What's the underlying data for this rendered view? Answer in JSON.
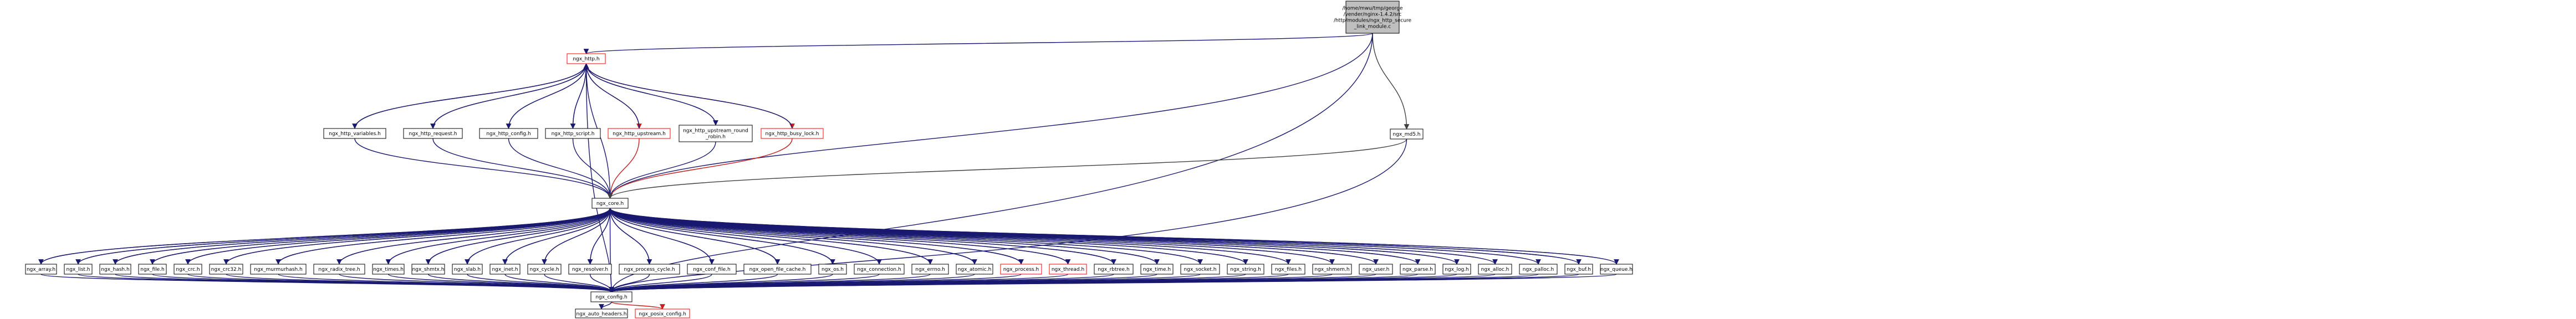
{
  "graph": {
    "root": {
      "lines": [
        "/home/mwu/tmp/george",
        "/vender/nginx-1.4.2/src",
        "/http/modules/ngx_http_secure",
        "_link_module.c"
      ]
    },
    "http_layer": {
      "ngx_http_h": "ngx_http.h",
      "ngx_md5_h": "ngx_md5.h"
    },
    "http_children": {
      "ngx_http_variables_h": "ngx_http_variables.h",
      "ngx_http_request_h": "ngx_http_request.h",
      "ngx_http_config_h": "ngx_http_config.h",
      "ngx_http_script_h": "ngx_http_script.h",
      "ngx_http_upstream_h": "ngx_http_upstream.h",
      "ngx_http_upstream_round_robin_h": [
        "ngx_http_upstream_round",
        "_robin.h"
      ],
      "ngx_http_busy_lock_h": "ngx_http_busy_lock.h"
    },
    "core": {
      "ngx_core_h": "ngx_core.h"
    },
    "core_children": [
      "ngx_array.h",
      "ngx_list.h",
      "ngx_hash.h",
      "ngx_file.h",
      "ngx_crc.h",
      "ngx_crc32.h",
      "ngx_murmurhash.h",
      "ngx_radix_tree.h",
      "ngx_times.h",
      "ngx_shmtx.h",
      "ngx_slab.h",
      "ngx_inet.h",
      "ngx_cycle.h",
      "ngx_resolver.h",
      "ngx_process_cycle.h",
      "ngx_conf_file.h",
      "ngx_open_file_cache.h",
      "ngx_os.h",
      "ngx_connection.h",
      "ngx_errno.h",
      "ngx_atomic.h",
      "ngx_process.h",
      "ngx_thread.h",
      "ngx_rbtree.h",
      "ngx_time.h",
      "ngx_socket.h",
      "ngx_string.h",
      "ngx_files.h",
      "ngx_shmem.h",
      "ngx_user.h",
      "ngx_parse.h",
      "ngx_log.h",
      "ngx_alloc.h",
      "ngx_palloc.h",
      "ngx_buf.h",
      "ngx_queue.h"
    ],
    "config": {
      "ngx_config_h": "ngx_config.h"
    },
    "leaves": {
      "ngx_auto_headers_h": "ngx_auto_headers.h",
      "ngx_posix_config_h": "ngx_posix_config.h"
    },
    "colors": {
      "edge_default": "#191970",
      "edge_red": "#c81e1e",
      "root_fill": "#bfbfbf",
      "red_border": "#ff0000",
      "black_border": "#000000"
    }
  }
}
